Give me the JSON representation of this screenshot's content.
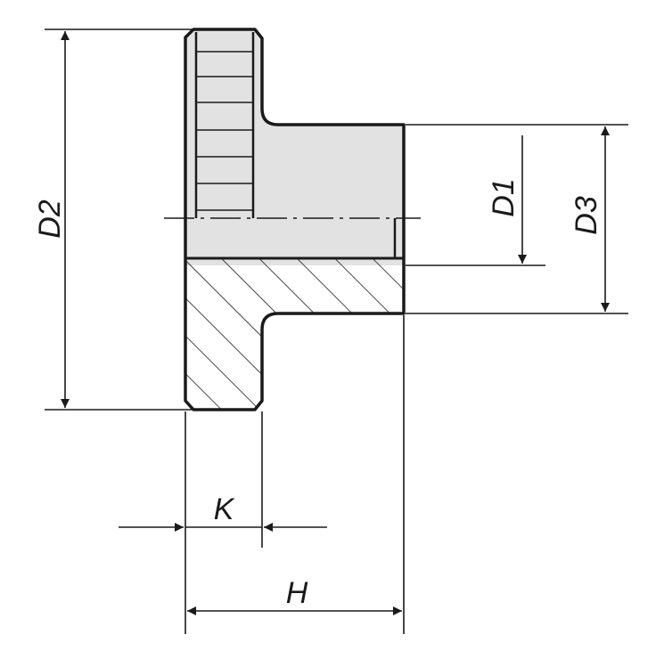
{
  "labels": {
    "d2": "D2",
    "d1": "D1",
    "d3": "D3",
    "k": "K",
    "h": "H"
  },
  "colors": {
    "part_fill": "#e2e2e2",
    "outline": "#1a1a1a",
    "background": "#ffffff"
  }
}
